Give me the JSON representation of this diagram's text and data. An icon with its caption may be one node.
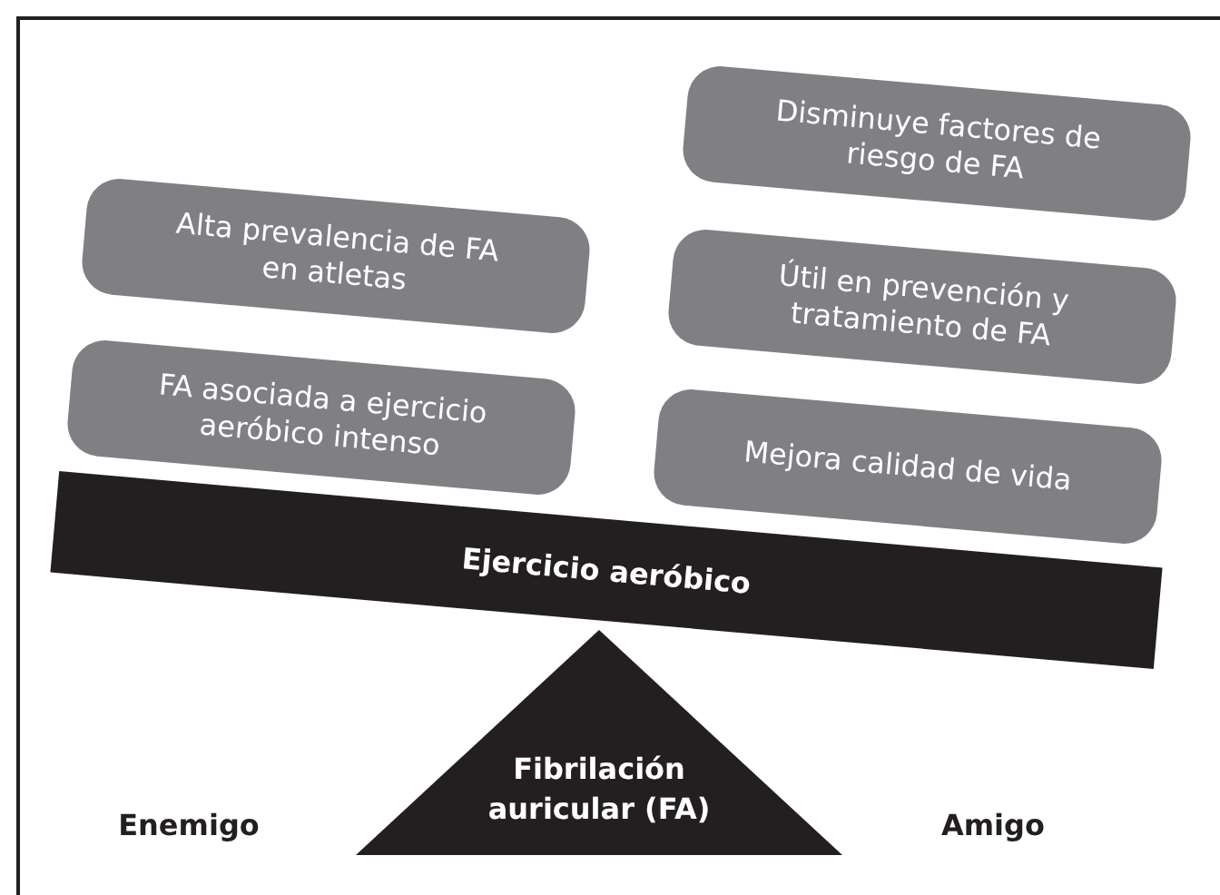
{
  "diagram": {
    "nodes": [
      {
        "text": [
          "Alta prevalencia de FA en atletas"
        ]
      },
      {
        "text": [
          "FA asociada a ejercicio aeróbico intenso"
        ]
      },
      {
        "text": [
          "Disminuye factores de riesgo de FA"
        ]
      },
      {
        "text": [
          "Útil en prevención y tratamiento de FA"
        ]
      },
      {
        "text": [
          "Mejora calidad de vida"
        ]
      },
      {
        "text": [
          "Ejercicio aeróbico"
        ]
      },
      {
        "text": [
          "Fibrilación auricular (FA)"
        ]
      }
    ],
    "labels": [
      "Enemigo",
      "Amigo"
    ]
  }
}
